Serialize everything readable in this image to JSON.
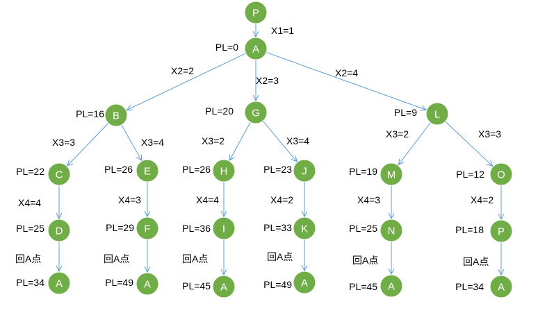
{
  "diagram": {
    "type": "decision-tree",
    "colors": {
      "node_fill": "#70ad47",
      "node_text": "#ffffff",
      "edge": "#5b9bd5",
      "text": "#000000"
    },
    "nodes": [
      {
        "id": "root_p",
        "label": "P"
      },
      {
        "id": "a",
        "label": "A",
        "pl": "PL=0"
      },
      {
        "id": "b",
        "label": "B",
        "pl": "PL=16"
      },
      {
        "id": "g",
        "label": "G",
        "pl": "PL=20"
      },
      {
        "id": "l",
        "label": "L",
        "pl": "PL=9"
      },
      {
        "id": "c",
        "label": "C",
        "pl": "PL=22"
      },
      {
        "id": "e",
        "label": "E",
        "pl": "PL=26"
      },
      {
        "id": "h",
        "label": "H",
        "pl": "PL=26"
      },
      {
        "id": "j",
        "label": "J",
        "pl": "PL=23"
      },
      {
        "id": "m",
        "label": "M",
        "pl": "PL=19"
      },
      {
        "id": "o",
        "label": "O",
        "pl": "PL=12"
      },
      {
        "id": "d",
        "label": "D",
        "pl": "PL=25"
      },
      {
        "id": "f",
        "label": "F",
        "pl": "PL=29"
      },
      {
        "id": "i",
        "label": "I",
        "pl": "PL=36"
      },
      {
        "id": "k",
        "label": "K",
        "pl": "PL=33"
      },
      {
        "id": "n",
        "label": "N",
        "pl": "PL=25"
      },
      {
        "id": "p2",
        "label": "P",
        "pl": "PL=18"
      },
      {
        "id": "a1",
        "label": "A",
        "pl": "PL=34"
      },
      {
        "id": "a2",
        "label": "A",
        "pl": "PL=49"
      },
      {
        "id": "a3",
        "label": "A",
        "pl": "PL=45"
      },
      {
        "id": "a4",
        "label": "A",
        "pl": "PL=49"
      },
      {
        "id": "a5",
        "label": "A",
        "pl": "PL=45"
      },
      {
        "id": "a6",
        "label": "A",
        "pl": "PL=34"
      }
    ],
    "edges": [
      {
        "from": "root_p",
        "to": "a",
        "label": "X1=1"
      },
      {
        "from": "a",
        "to": "b",
        "label": "X2=2"
      },
      {
        "from": "a",
        "to": "g",
        "label": "X2=3"
      },
      {
        "from": "a",
        "to": "l",
        "label": "X2=4"
      },
      {
        "from": "b",
        "to": "c",
        "label": "X3=3"
      },
      {
        "from": "b",
        "to": "e",
        "label": "X3=4"
      },
      {
        "from": "g",
        "to": "h",
        "label": "X3=2"
      },
      {
        "from": "g",
        "to": "j",
        "label": "X3=4"
      },
      {
        "from": "l",
        "to": "m",
        "label": "X3=2"
      },
      {
        "from": "l",
        "to": "o",
        "label": "X3=3"
      },
      {
        "from": "c",
        "to": "d",
        "label": "X4=4"
      },
      {
        "from": "e",
        "to": "f",
        "label": "X4=3"
      },
      {
        "from": "h",
        "to": "i",
        "label": "X4=4"
      },
      {
        "from": "j",
        "to": "k",
        "label": "X4=2"
      },
      {
        "from": "m",
        "to": "n",
        "label": "X4=3"
      },
      {
        "from": "o",
        "to": "p2",
        "label": "X4=2"
      },
      {
        "from": "d",
        "to": "a1",
        "label": "回A点"
      },
      {
        "from": "f",
        "to": "a2",
        "label": "回A点"
      },
      {
        "from": "i",
        "to": "a3",
        "label": "回A点"
      },
      {
        "from": "k",
        "to": "a4",
        "label": "回A点"
      },
      {
        "from": "n",
        "to": "a5",
        "label": "回A点"
      },
      {
        "from": "p2",
        "to": "a6",
        "label": "回A点"
      }
    ]
  }
}
